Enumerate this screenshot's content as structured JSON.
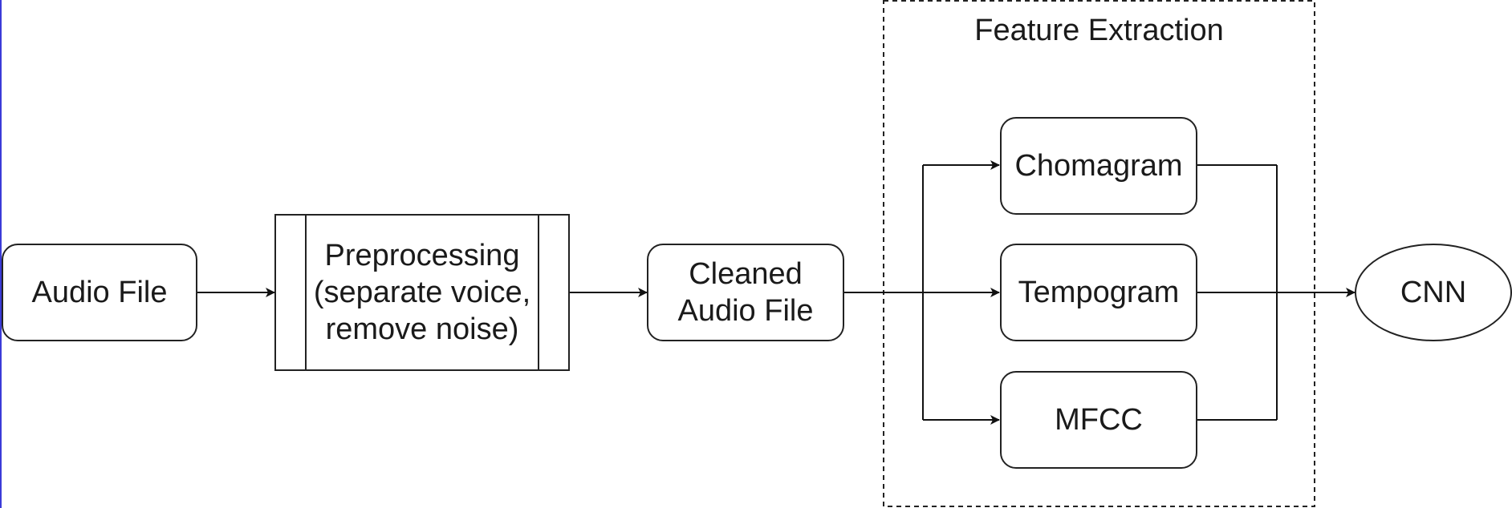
{
  "nodes": {
    "audio_file": "Audio File",
    "preprocessing": "Preprocessing\n(separate voice,\nremove noise)",
    "cleaned_audio_file": "Cleaned\nAudio File",
    "chomagram": "Chomagram",
    "tempogram": "Tempogram",
    "mfcc": "MFCC",
    "cnn": "CNN"
  },
  "group": {
    "title": "Feature Extraction"
  }
}
